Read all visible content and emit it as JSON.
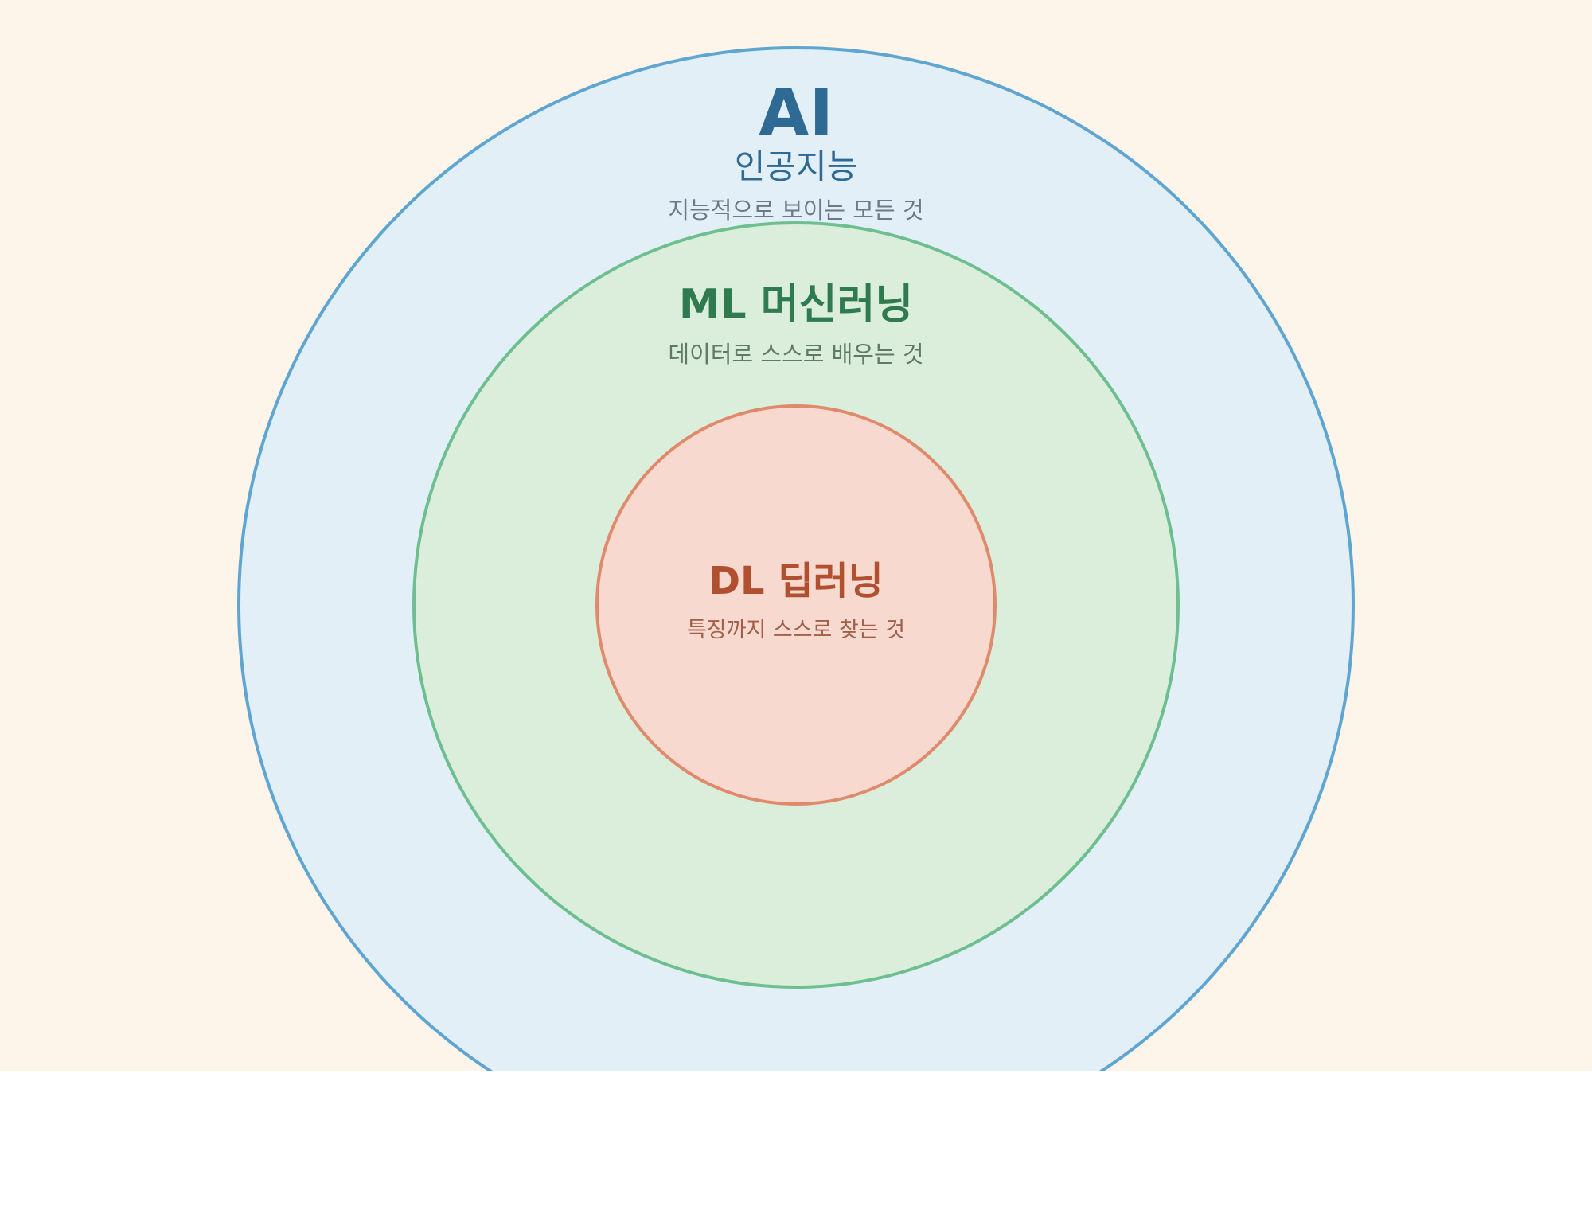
{
  "diagram": {
    "layers": [
      {
        "id": "ai",
        "title": "AI",
        "subtitle": "인공지능",
        "description": "지능적으로 보이는 모든 것",
        "fill": "#e2eff7",
        "stroke": "#5ea6d1",
        "title_color": "#2f6a94",
        "subtitle_color": "#2f6a94",
        "description_color": "#6b7a86"
      },
      {
        "id": "ml",
        "title": "ML 머신러닝",
        "description": "데이터로 스스로 배우는 것",
        "fill": "#dbeedc",
        "stroke": "#6dbf8f",
        "title_color": "#2f7a4e",
        "description_color": "#5f7a68"
      },
      {
        "id": "dl",
        "title": "DL 딥러닝",
        "description": "특징까지 스스로 찾는 것",
        "fill": "#f7d9d0",
        "stroke": "#e08a6c",
        "title_color": "#b0502e",
        "description_color": "#a0604a"
      }
    ],
    "background": "#fdf4ea"
  }
}
